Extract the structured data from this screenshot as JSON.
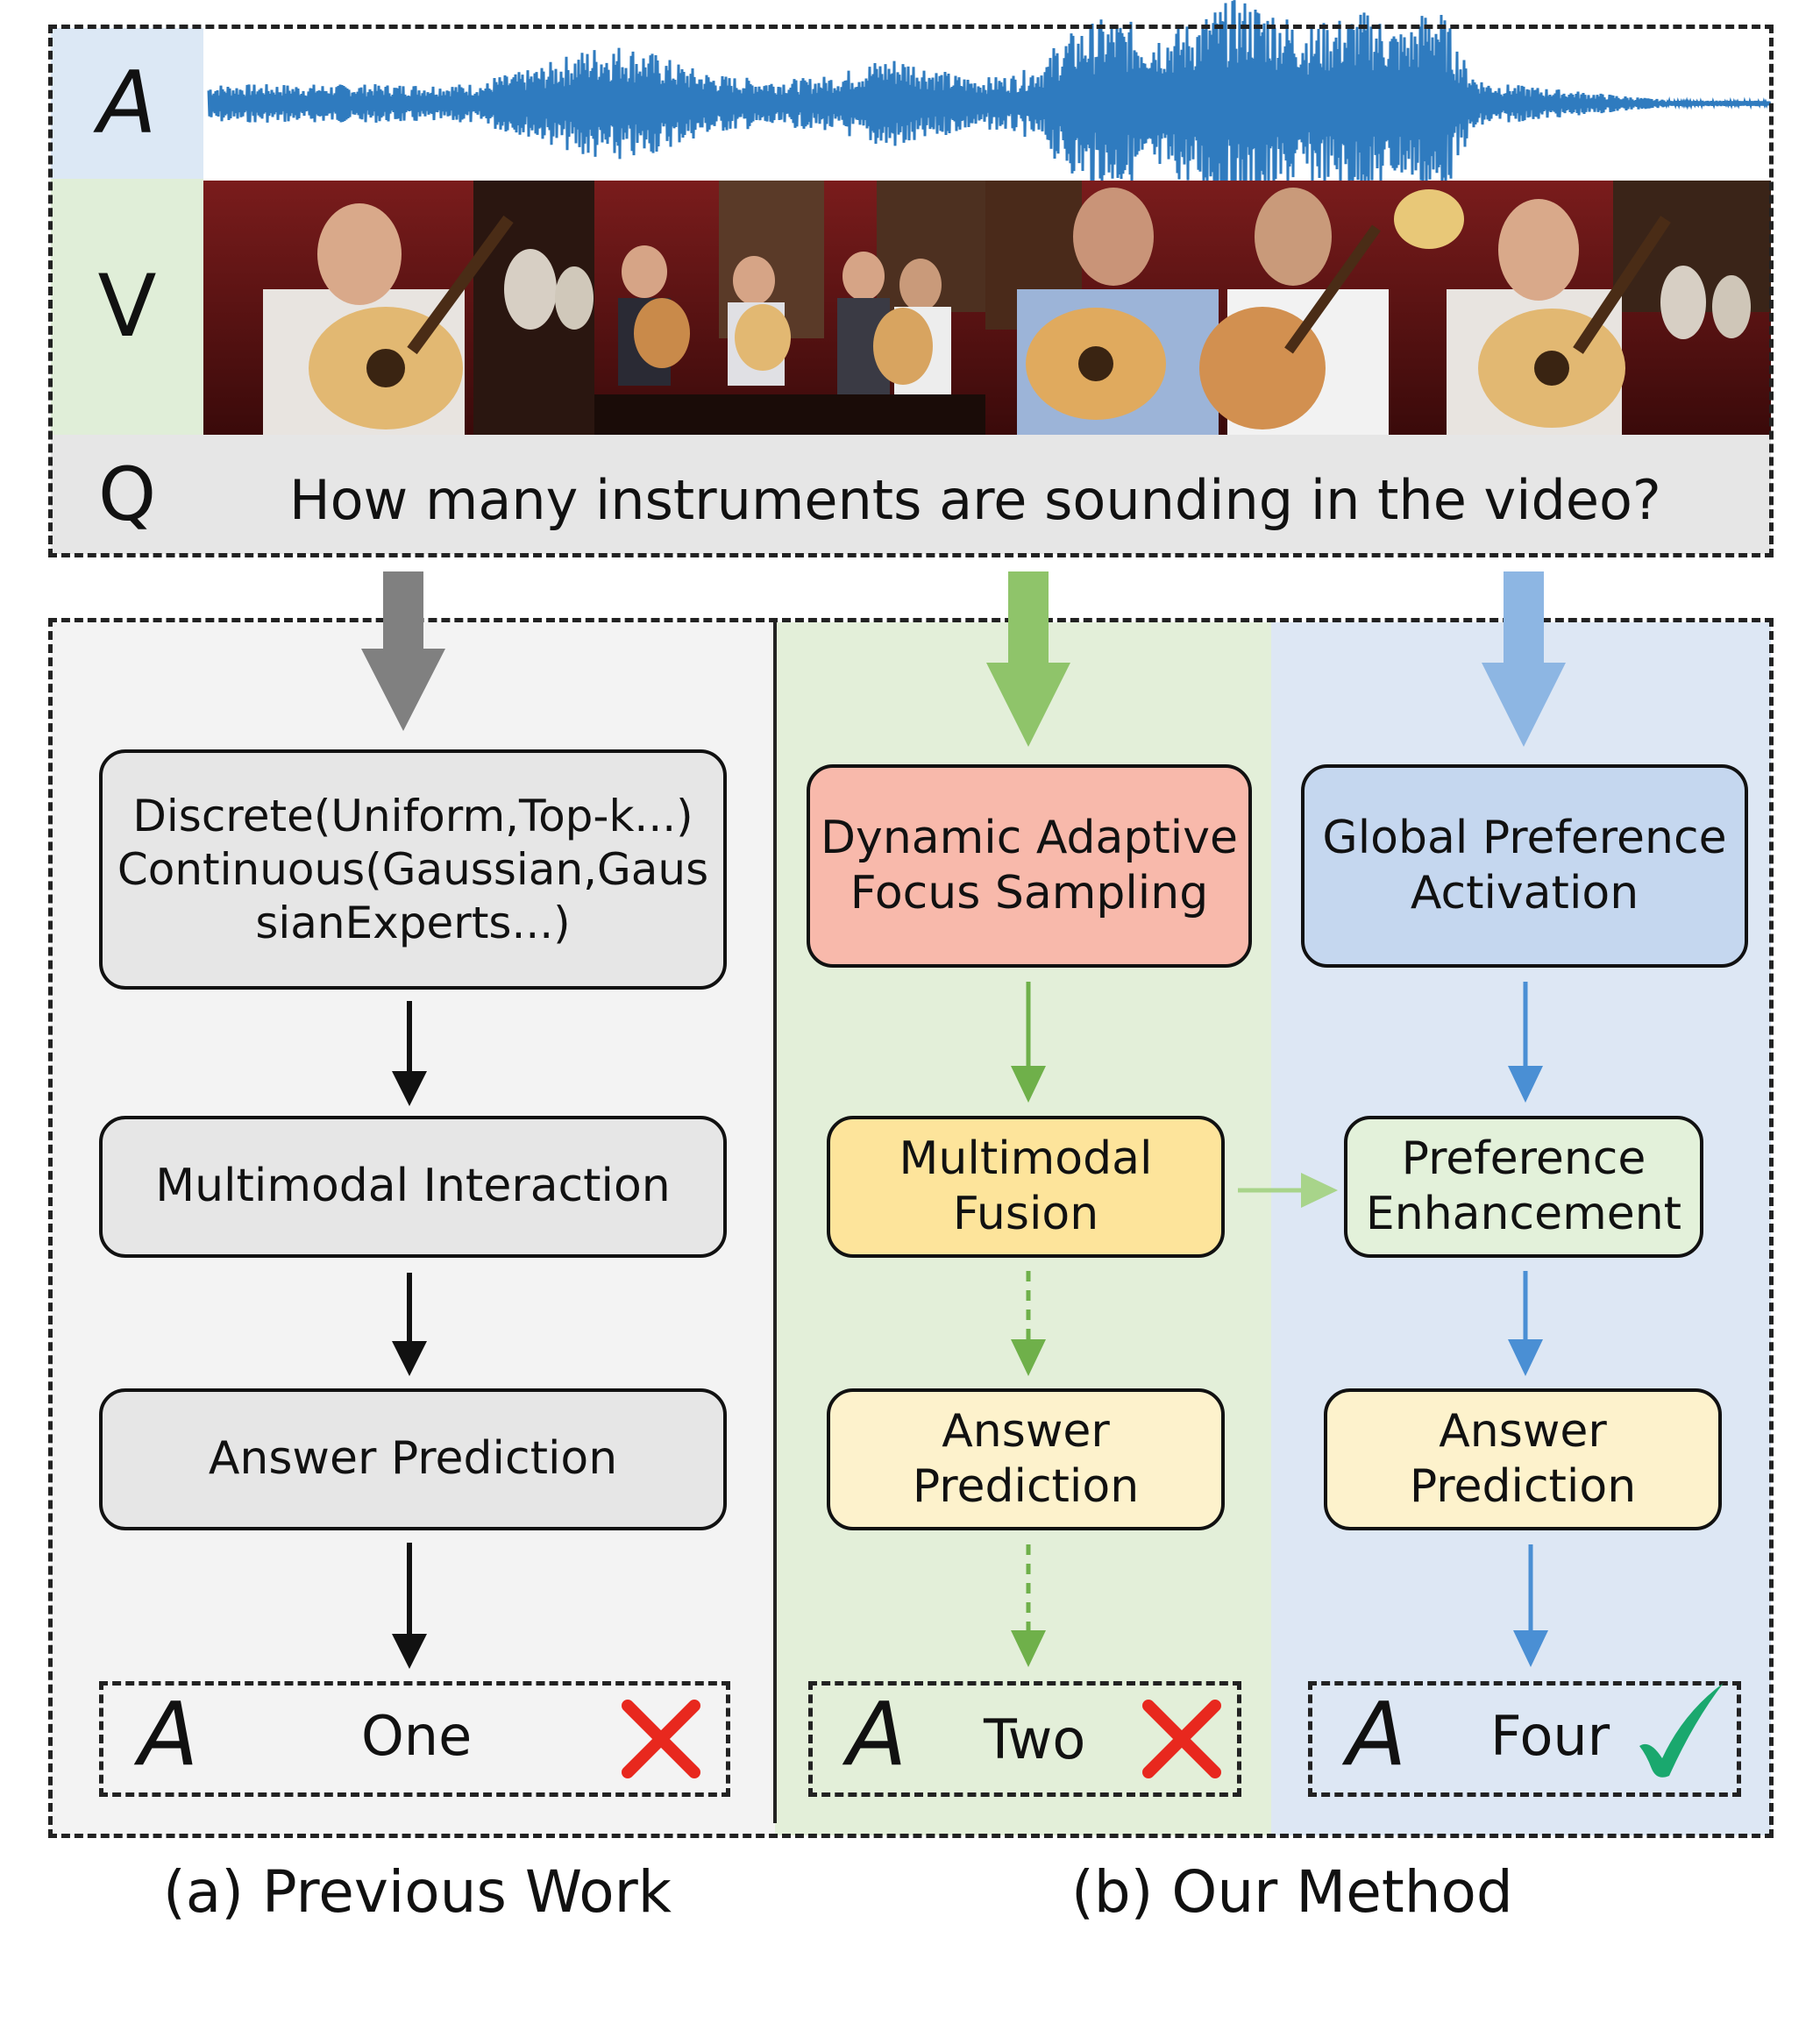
{
  "inputs": {
    "audio_label": "A",
    "video_label": "V",
    "question_label": "Q",
    "question": "How many instruments are sounding in the video?"
  },
  "left_panel": {
    "box1_line1": "Discrete(Uniform,Top-k...)",
    "box1_line2": "Continuous(Gaussian,Gaus",
    "box1_line3": "sianExperts...)",
    "box2": "Multimodal Interaction",
    "box3": "Answer Prediction",
    "answer_label": "A",
    "answer": "One",
    "caption": "(a) Previous Work"
  },
  "middle_panel": {
    "box1_line1": "Dynamic Adaptive",
    "box1_line2": "Focus Sampling",
    "box2_line1": "Multimodal",
    "box2_line2": "Fusion",
    "box3_line1": "Answer",
    "box3_line2": "Prediction",
    "answer_label": "A",
    "answer": "Two"
  },
  "right_panel": {
    "box1_line1": "Global Preference",
    "box1_line2": "Activation",
    "box2_line1": "Preference",
    "box2_line2": "Enhancement",
    "box3_line1": "Answer",
    "box3_line2": "Prediction",
    "answer_label": "A",
    "answer": "Four",
    "caption": "(b) Our Method"
  },
  "colors": {
    "audio_bg": "#dce8f5",
    "video_bg": "#e0eed8",
    "question_bg": "#e6e6e6",
    "waveform": "#2f7bbf",
    "left_bg": "#f3f3f3",
    "middle_bg": "#e3efd9",
    "right_bg": "#dde7f4",
    "gray_arrow": "#808080",
    "green_arrow": "#8fc46a",
    "blue_arrow": "#8db6e3",
    "dark_green": "#6fb04a",
    "dark_blue": "#4a8fd4",
    "gray_box": "#e6e6e6",
    "salmon_box": "#f8b9ab",
    "blue_box": "#c5d7ef",
    "yellow_box": "#fde49b",
    "cream_box": "#fdf2cc",
    "mint_box": "#e3f1da",
    "cross": "#e8281e",
    "check": "#1aa86e"
  }
}
